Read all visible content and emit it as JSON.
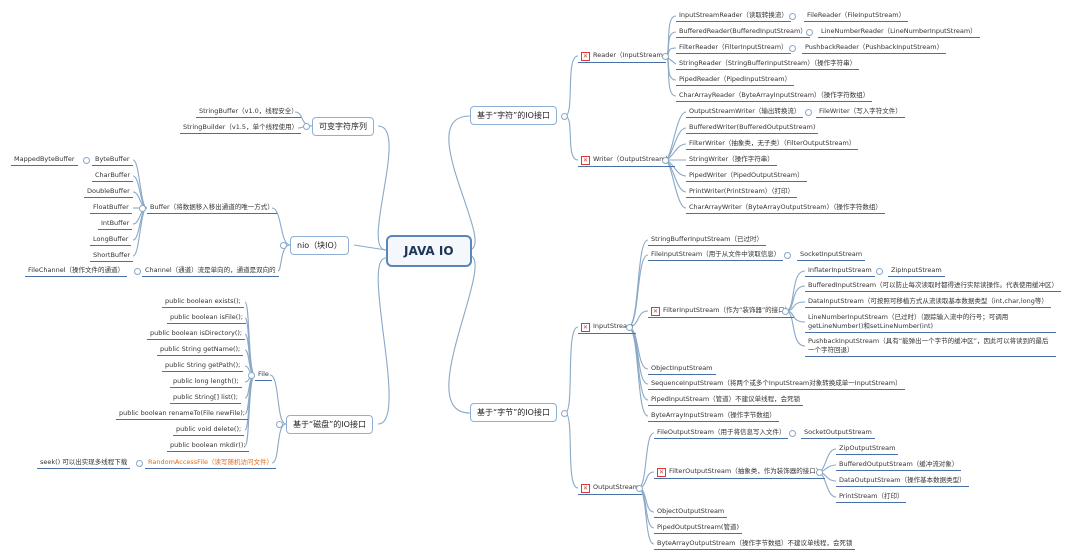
{
  "root": "JAVA IO",
  "char_io": {
    "label": "基于“字符”的IO接口",
    "reader": {
      "label": "Reader（InputStream",
      "items": [
        [
          "InputStreamReader（读取转换流）",
          "FileReader（FileInputStream）"
        ],
        [
          "BufferedReader(BufferedInputStream）",
          "LineNumberReader（LineNumberInputStream）"
        ],
        [
          "FilterReader（FilterInputStream）",
          "PushbackReader（PushbackInputStream）"
        ],
        [
          "StringReader（StringBufferInputStream）（操作字符串）"
        ],
        [
          "PipedReader（PipedInputStream）"
        ],
        [
          "CharArrayReader（ByteArrayInputStream）（操作字符数组）"
        ]
      ]
    },
    "writer": {
      "label": "Writer（OutputStream）",
      "items": [
        [
          "OutputStreamWriter（输出转换流）",
          "FileWriter（写入字符文件）"
        ],
        [
          "BufferedWriter(BufferedOutputStream)"
        ],
        [
          "FilterWriter（抽象类，无子类）（FilterOutputStream）"
        ],
        [
          "StringWriter（操作字符串）"
        ],
        [
          "PipedWriter（PipedOutputStream）"
        ],
        [
          "PrintWriter(PrintStream）（打印）"
        ],
        [
          "CharArrayWriter（ByteArrayOutputStream）（操作字符数组）"
        ]
      ]
    }
  },
  "byte_io": {
    "label": "基于“字节”的IO接口",
    "input": {
      "label": "InputStream",
      "string_buffer": "StringBufferInputStream（已过时）",
      "file_input": "FileInputStream（用于从文件中读取信息）",
      "socket_input": "SocketInputStream",
      "filter": {
        "label": "FilterInputStream（作为“装饰器”的接口）",
        "inflater": "InflaterInputStream",
        "zip": "ZipInputStream",
        "buffered": "BufferedInputStream（可以防止每次读取时都得进行实际读操作。代表使用缓冲区）",
        "data": "DataInputStream（可按照可移植方式从流读取基本数据类型（int,char,long等）",
        "line_number": "LineNumberInputStream（已过时）（跟踪输入流中的行号；可调用getLineNumber()和setLineNumber(int)",
        "pushback": "PushbackInputStream（具有“能弹出一个字节的缓冲区”，因此可以将读到的最后一个字符回退）"
      },
      "rest": [
        "ObjectInputStream",
        "SequenceInputStream（将两个或多个InputStream对象转换成单一InputStream）",
        "PipedInputStream（管道）不建议单线程，会死锁",
        "ByteArrayInputStream（操作字节数组）"
      ]
    },
    "output": {
      "label": "OutputStream",
      "file_output": "FileOutputStream（用于将信息写入文件）",
      "socket_output": "SocketOutputStream",
      "filter": {
        "label": "FilterOutputStream（抽象类，作为装饰器的接口）",
        "items": [
          "ZipOutputStream",
          "BufferedOutputStream（缓冲流对象）",
          "DataOutputStream（操作基本数据类型）",
          "PrintStream（打印）"
        ]
      },
      "rest": [
        "ObjectOutputStream",
        "PipedOutputStream(管道)",
        "ByteArrayOutputStream（操作字节数组）不建议单线程，会死锁"
      ]
    }
  },
  "mutable_string": {
    "label": "可变字符序列",
    "items": [
      "StringBuffer（v1.0，线程安全）",
      "StringBuilder（v1.5，单个线程使用）"
    ]
  },
  "nio": {
    "label": "nio（块IO）",
    "buffer": {
      "label": "Buffer（将数据移入移出通道的唯一方式）",
      "mapped": "MappedByteBuffer",
      "items": [
        "ByteBuffer",
        "CharBuffer",
        "DoubleBuffer",
        "FloatBuffer",
        "IntBuffer",
        "LongBuffer",
        "ShortBuffer"
      ]
    },
    "channel": {
      "label": "Channel（通道）流是单向的，通道是双向的",
      "file_channel": "FileChannel（操作文件的通道）"
    }
  },
  "disk_io": {
    "label": "基于“磁盘”的IO接口",
    "file": {
      "label": "File",
      "methods": [
        "public boolean exists();",
        "public boolean isFile();",
        "public boolean isDirectory();",
        "public String getName();",
        "public String getPath();",
        "public long length();",
        "public String[] list();",
        "public boolean renameTo(File newFile);",
        "public void delete();",
        "public boolean mkdir();"
      ]
    },
    "random_access": "RandomAccessFile（读写随机访问文件）",
    "seek": "seek() 可以出实现多线程下载"
  },
  "colors": {
    "edge": "#8aa9c7",
    "underline": "#4a6fa5",
    "root_border": "#5b87b8",
    "mark": "#d43b3b",
    "highlight": "#e06a1b"
  }
}
